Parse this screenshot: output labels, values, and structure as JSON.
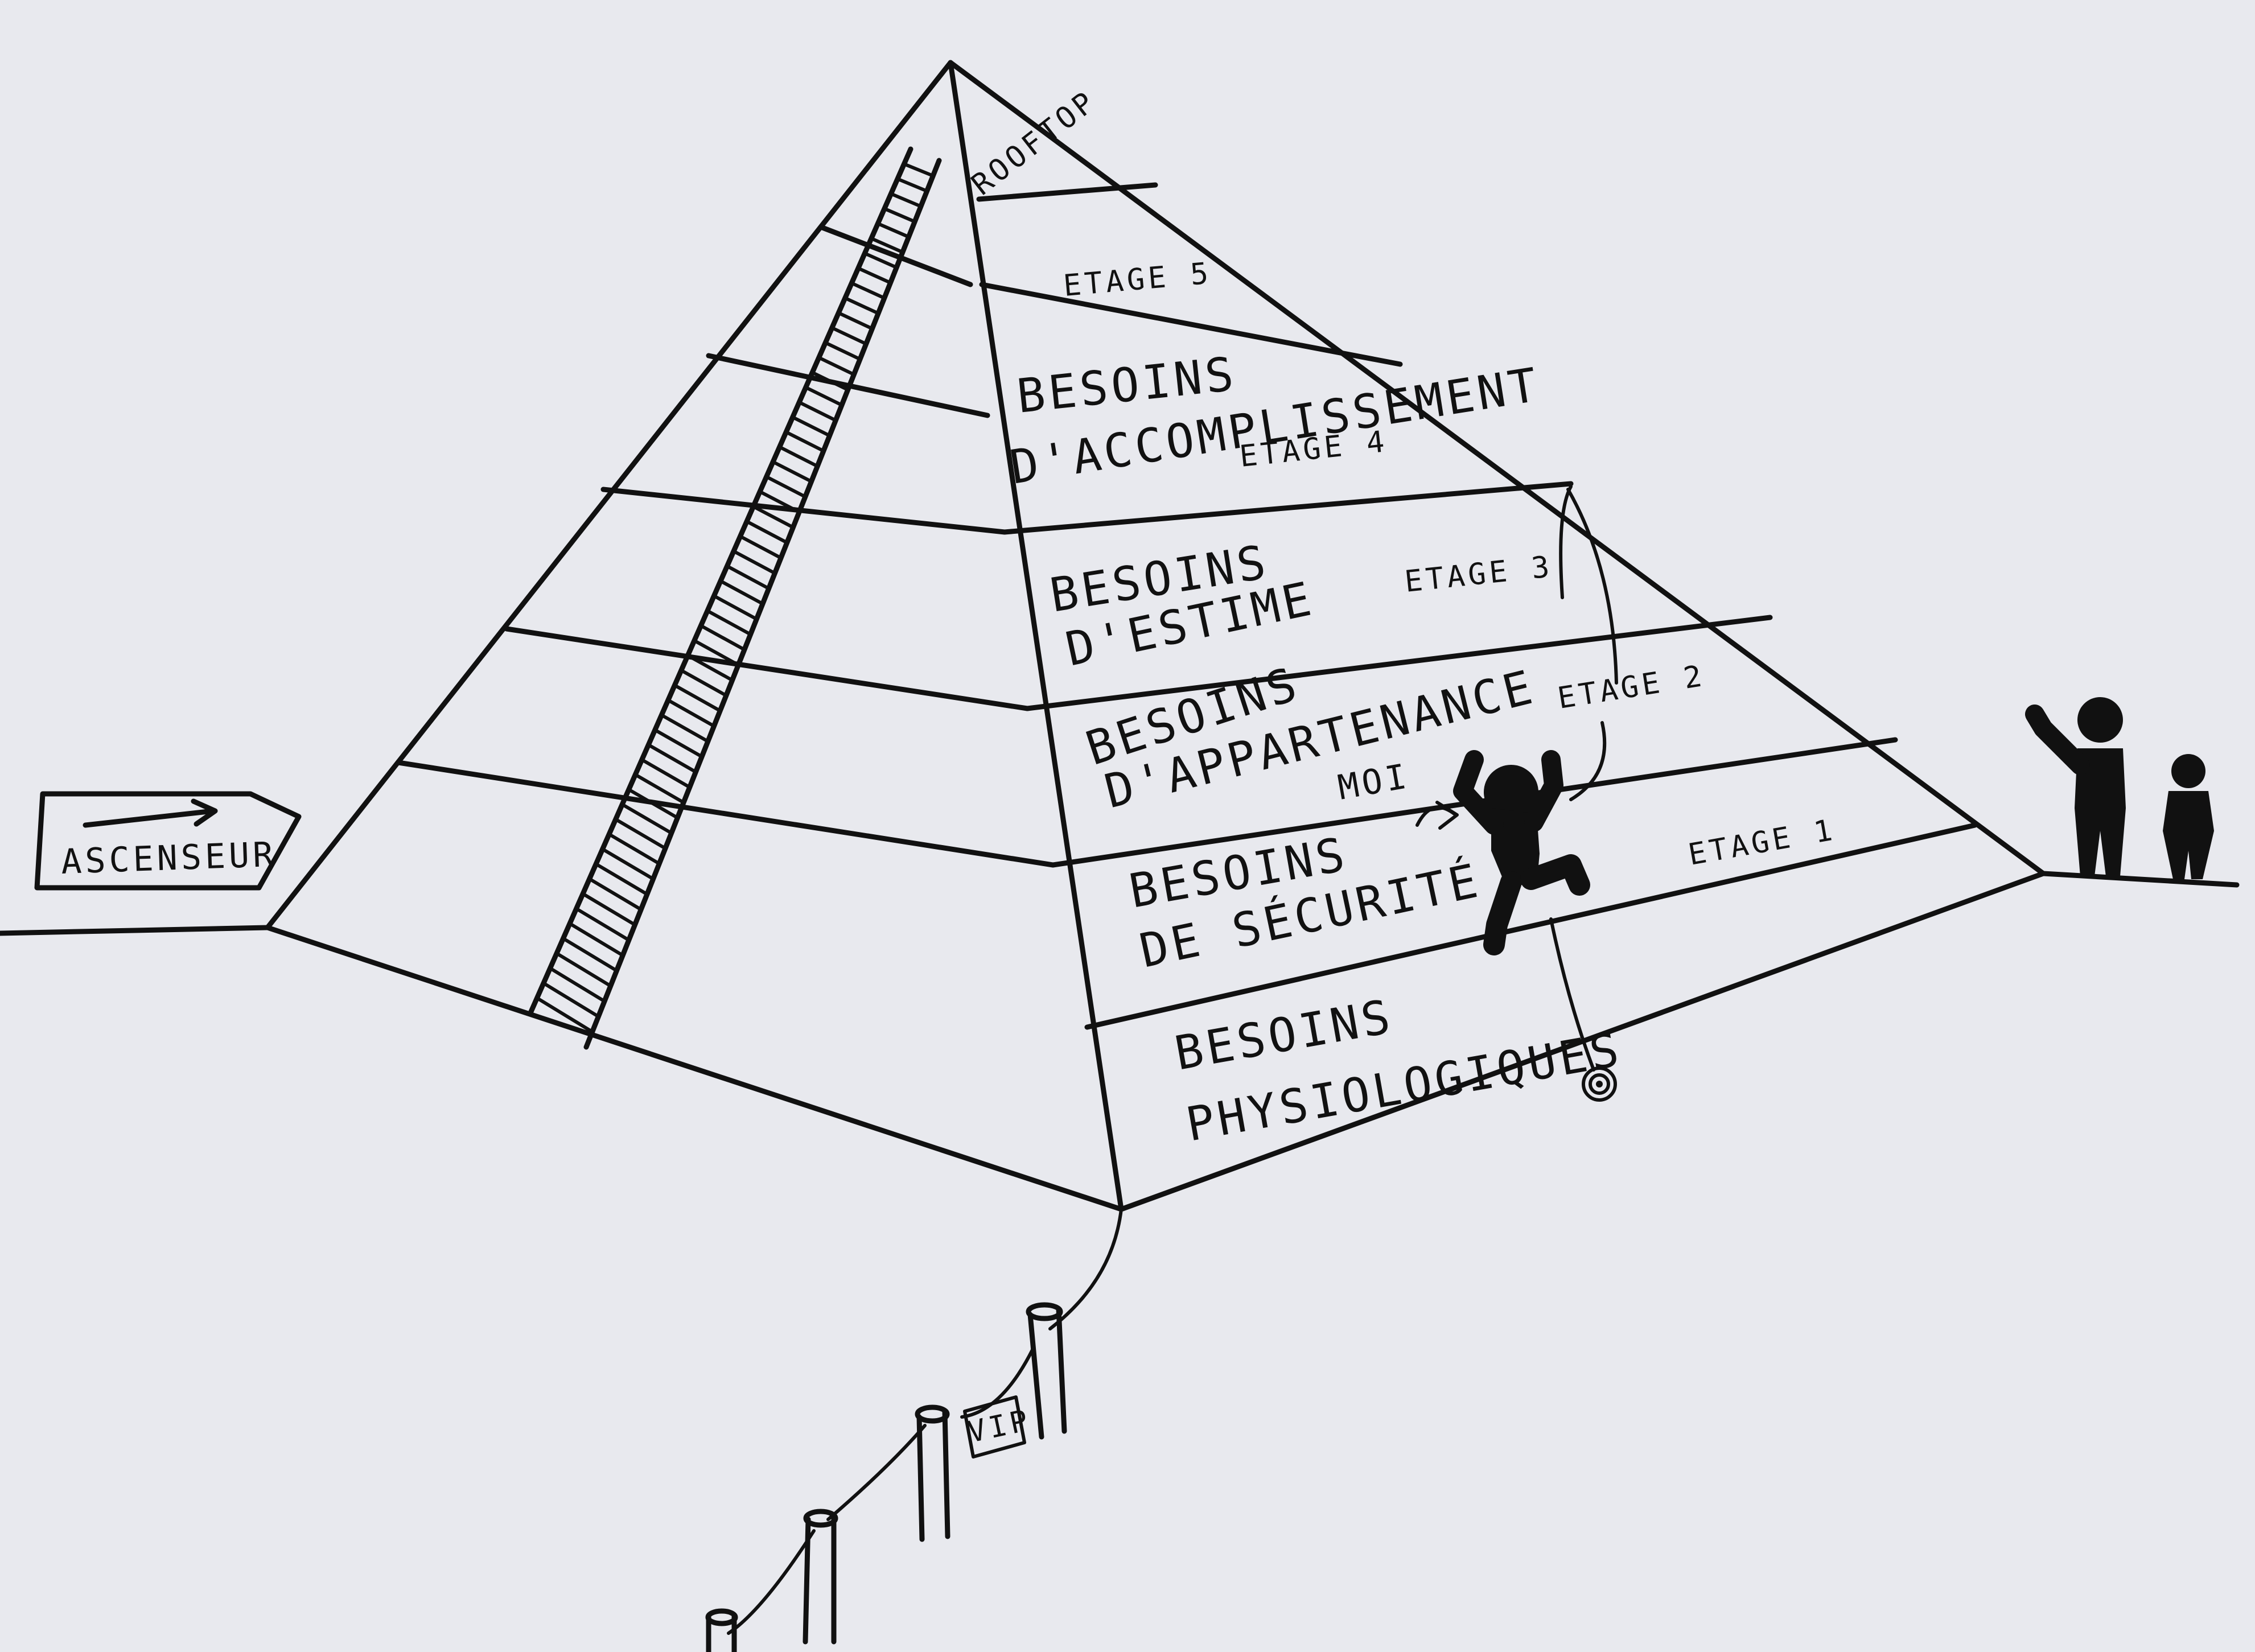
{
  "floors": {
    "rooftop": "ROOFTOP",
    "etage5": "ETAGE 5",
    "etage4": "ETAGE 4",
    "etage3": "ETAGE 3",
    "etage2": "ETAGE 2",
    "etage1": "ETAGE 1"
  },
  "needs": {
    "accomplissement": [
      "BESOINS",
      "D'ACCOMPLISSEMENT"
    ],
    "estime": [
      "BESOINS",
      "D'ESTIME"
    ],
    "appartenance": [
      "BESOINS",
      "D'APPARTENANCE"
    ],
    "securite": [
      "BESOINS",
      "DE SÉCURITÉ"
    ],
    "physiologiques": [
      "BESOINS",
      "PHYSIOLOGIQUES"
    ]
  },
  "labels": {
    "moi": "MOI",
    "ascenseur": "ASCENSEUR",
    "vip": "VIP"
  },
  "colors": {
    "background": "#e8e9ee",
    "ink": "#111111"
  }
}
